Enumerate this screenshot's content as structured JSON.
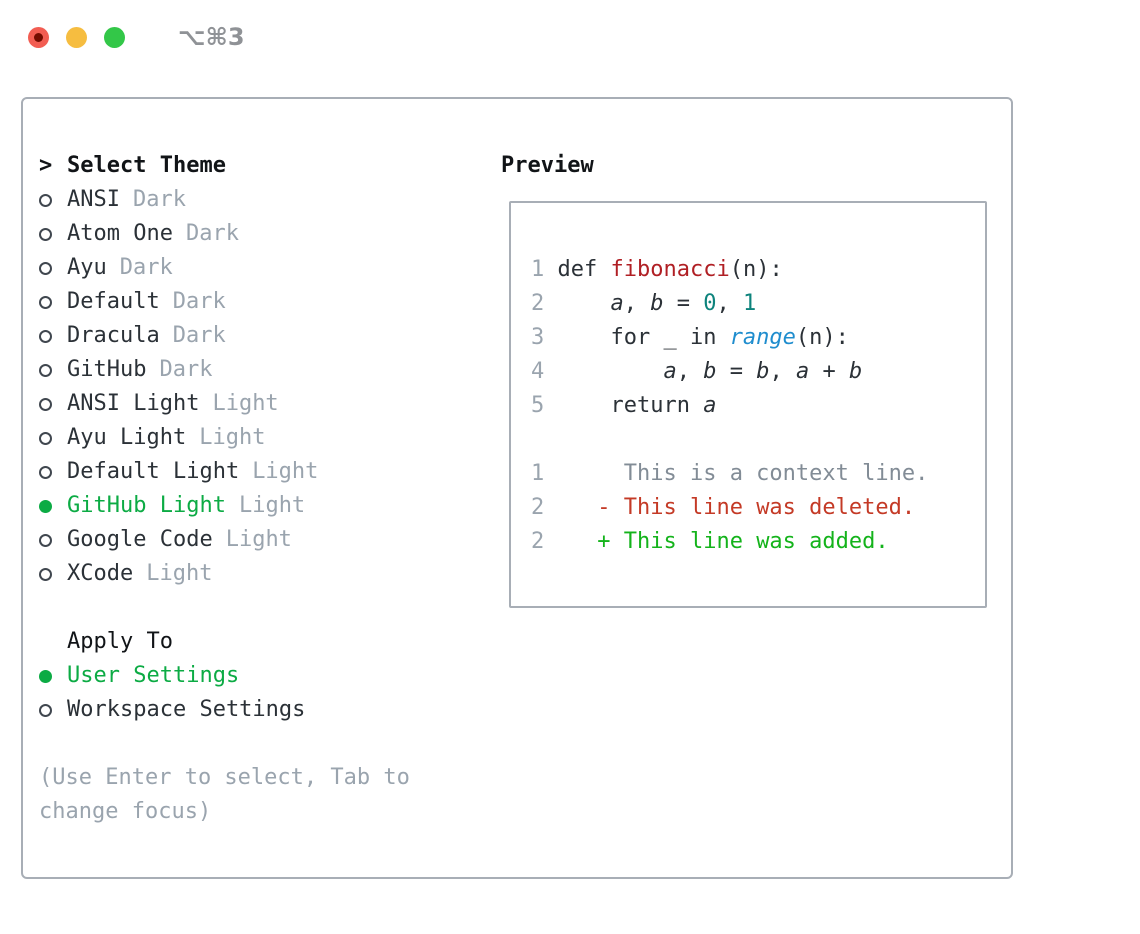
{
  "window": {
    "title": "⌥⌘3",
    "traffic_lights": [
      {
        "name": "close-light",
        "color": "#f25d52",
        "has_dot": true,
        "dot_color": "#730c00"
      },
      {
        "name": "minimize-light",
        "color": "#f6bd40",
        "has_dot": false
      },
      {
        "name": "zoom-light",
        "color": "#33c748",
        "has_dot": false
      }
    ]
  },
  "sidebar": {
    "header": {
      "prefix": ">",
      "label": "Select Theme"
    },
    "items": [
      {
        "name": "ANSI",
        "variant": "Dark",
        "selected": false
      },
      {
        "name": "Atom One",
        "variant": "Dark",
        "selected": false
      },
      {
        "name": "Ayu",
        "variant": "Dark",
        "selected": false
      },
      {
        "name": "Default",
        "variant": "Dark",
        "selected": false
      },
      {
        "name": "Dracula",
        "variant": "Dark",
        "selected": false
      },
      {
        "name": "GitHub",
        "variant": "Dark",
        "selected": false
      },
      {
        "name": "ANSI Light",
        "variant": "Light",
        "selected": false
      },
      {
        "name": "Ayu Light",
        "variant": "Light",
        "selected": false
      },
      {
        "name": "Default Light",
        "variant": "Light",
        "selected": false
      },
      {
        "name": "GitHub Light",
        "variant": "Light",
        "selected": true
      },
      {
        "name": "Google Code",
        "variant": "Light",
        "selected": false
      },
      {
        "name": "XCode",
        "variant": "Light",
        "selected": false
      }
    ],
    "apply_to": {
      "label": "Apply To",
      "options": [
        {
          "label": "User Settings",
          "selected": true
        },
        {
          "label": "Workspace Settings",
          "selected": false
        }
      ]
    },
    "hint": "(Use Enter to select, Tab to change focus)"
  },
  "preview": {
    "title": "Preview",
    "lines": [
      [
        {
          "t": "1 ",
          "s": "lineno"
        },
        {
          "t": "def ",
          "s": "plain"
        },
        {
          "t": "fibonacci",
          "s": "func"
        },
        {
          "t": "(n):",
          "s": "plain"
        }
      ],
      [
        {
          "t": "2 ",
          "s": "lineno"
        },
        {
          "t": "    ",
          "s": "plain"
        },
        {
          "t": "a",
          "s": "var"
        },
        {
          "t": ", ",
          "s": "plain"
        },
        {
          "t": "b",
          "s": "var"
        },
        {
          "t": " = ",
          "s": "plain"
        },
        {
          "t": "0",
          "s": "num"
        },
        {
          "t": ", ",
          "s": "plain"
        },
        {
          "t": "1",
          "s": "num"
        }
      ],
      [
        {
          "t": "3 ",
          "s": "lineno"
        },
        {
          "t": "    for _ in ",
          "s": "plain"
        },
        {
          "t": "range",
          "s": "builtin"
        },
        {
          "t": "(n):",
          "s": "plain"
        }
      ],
      [
        {
          "t": "4 ",
          "s": "lineno"
        },
        {
          "t": "        ",
          "s": "plain"
        },
        {
          "t": "a",
          "s": "var"
        },
        {
          "t": ", ",
          "s": "plain"
        },
        {
          "t": "b",
          "s": "var"
        },
        {
          "t": " = ",
          "s": "plain"
        },
        {
          "t": "b",
          "s": "var"
        },
        {
          "t": ", ",
          "s": "plain"
        },
        {
          "t": "a",
          "s": "var"
        },
        {
          "t": " + ",
          "s": "plain"
        },
        {
          "t": "b",
          "s": "var"
        }
      ],
      [
        {
          "t": "5 ",
          "s": "lineno"
        },
        {
          "t": "    return ",
          "s": "plain"
        },
        {
          "t": "a",
          "s": "var"
        }
      ],
      [],
      [
        {
          "t": "1 ",
          "s": "lineno"
        },
        {
          "t": "     ",
          "s": "plain"
        },
        {
          "t": "This is a context line.",
          "s": "context"
        }
      ],
      [
        {
          "t": "2 ",
          "s": "lineno"
        },
        {
          "t": "   ",
          "s": "plain"
        },
        {
          "t": "- This line was deleted.",
          "s": "del"
        }
      ],
      [
        {
          "t": "2 ",
          "s": "lineno"
        },
        {
          "t": "   ",
          "s": "plain"
        },
        {
          "t": "+ This line was added.",
          "s": "add"
        }
      ]
    ]
  },
  "colors": {
    "text_dark": "#2b3137",
    "text_bold": "#111417",
    "gray_muted": "#9aa4ae",
    "context_gray": "#828c96",
    "selected_green": "#0cab44",
    "diff_add_green": "#14b31b",
    "diff_del_red": "#c43a26",
    "func_red": "#b01f24",
    "number_teal": "#0d837c",
    "builtin_blue": "#1f8dce",
    "border_gray": "#a8aeb6",
    "titlebar_text": "#8f9296"
  }
}
